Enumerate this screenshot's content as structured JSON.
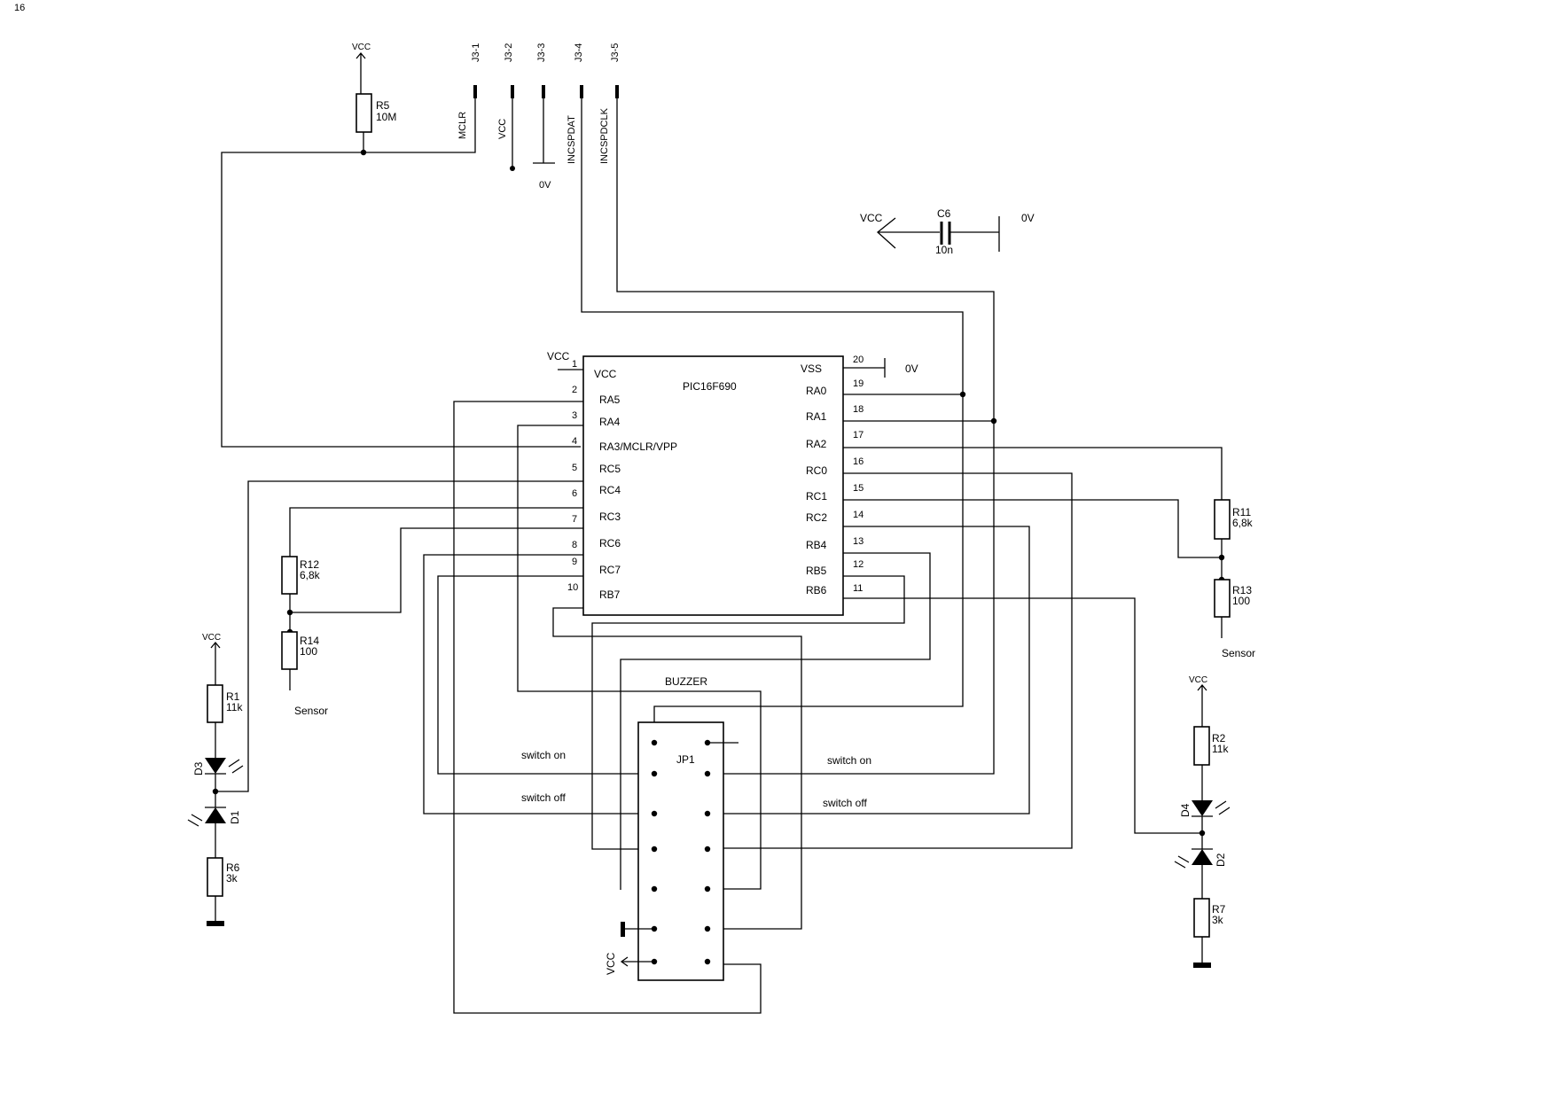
{
  "page": {
    "number": "16"
  },
  "power": {
    "vcc": "VCC",
    "gnd": "0V"
  },
  "connector_j3": {
    "pins": [
      "J3-1",
      "J3-2",
      "J3-3",
      "J3-4",
      "J3-5"
    ],
    "signals": [
      "MCLR",
      "VCC",
      "INCSPDAT",
      "INCSPDCLK"
    ]
  },
  "mcu": {
    "name": "PIC16F690",
    "left_pins": [
      {
        "num": "1",
        "name": "VCC"
      },
      {
        "num": "2",
        "name": "RA5"
      },
      {
        "num": "3",
        "name": "RA4"
      },
      {
        "num": "4",
        "name": "RA3/MCLR/VPP"
      },
      {
        "num": "5",
        "name": "RC5"
      },
      {
        "num": "6",
        "name": "RC4"
      },
      {
        "num": "7",
        "name": "RC3"
      },
      {
        "num": "8",
        "name": "RC6"
      },
      {
        "num": "9",
        "name": "RC7"
      },
      {
        "num": "10",
        "name": "RB7"
      }
    ],
    "right_pins": [
      {
        "num": "20",
        "name": "VSS"
      },
      {
        "num": "19",
        "name": "RA0"
      },
      {
        "num": "18",
        "name": "RA1"
      },
      {
        "num": "17",
        "name": "RA2"
      },
      {
        "num": "16",
        "name": "RC0"
      },
      {
        "num": "15",
        "name": "RC1"
      },
      {
        "num": "14",
        "name": "RC2"
      },
      {
        "num": "13",
        "name": "RB4"
      },
      {
        "num": "12",
        "name": "RB5"
      },
      {
        "num": "11",
        "name": "RB6"
      }
    ]
  },
  "components": {
    "R5": {
      "ref": "R5",
      "value": "10M"
    },
    "C6": {
      "ref": "C6",
      "value": "10n"
    },
    "R11": {
      "ref": "R11",
      "value": "6,8k"
    },
    "R13": {
      "ref": "R13",
      "value": "100"
    },
    "R12": {
      "ref": "R12",
      "value": "6,8k"
    },
    "R14": {
      "ref": "R14",
      "value": "100"
    },
    "R1": {
      "ref": "R1",
      "value": "11k"
    },
    "R2": {
      "ref": "R2",
      "value": "11k"
    },
    "R6": {
      "ref": "R6",
      "value": "3k"
    },
    "R7": {
      "ref": "R7",
      "value": "3k"
    },
    "D1": {
      "ref": "D1"
    },
    "D2": {
      "ref": "D2"
    },
    "D3": {
      "ref": "D3"
    },
    "D4": {
      "ref": "D4"
    }
  },
  "jp1": {
    "ref": "JP1",
    "buzzer": "BUZZER"
  },
  "labels": {
    "sensor": "Sensor",
    "switch_on": "switch on",
    "switch_off": "switch off"
  }
}
